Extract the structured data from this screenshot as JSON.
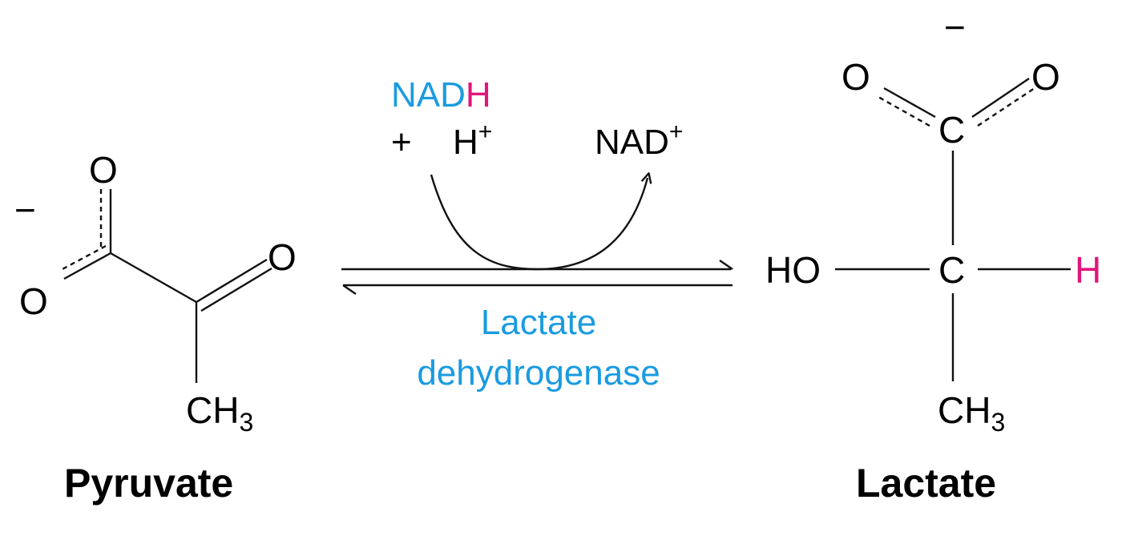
{
  "colors": {
    "text": "#111111",
    "accent_blue": "#1a9be0",
    "accent_magenta": "#e0157a"
  },
  "pyruvate": {
    "charge": "−",
    "oxygen_top": "O",
    "oxygen_left": "O",
    "oxygen_right": "O",
    "methyl": "CH",
    "methyl_sub": "3",
    "name": "Pyruvate"
  },
  "reaction": {
    "nadh_nad": "NAD",
    "nadh_h": "H",
    "plus": "+",
    "proton": "H",
    "proton_charge": "+",
    "product_cofactor": "NAD",
    "product_charge": "+",
    "enzyme_line1": "Lactate",
    "enzyme_line2": "dehydrogenase"
  },
  "lactate": {
    "charge": "−",
    "oxygen_left": "O",
    "oxygen_right": "O",
    "carboxyl_carbon": "C",
    "alpha_carbon": "C",
    "hydroxyl": "HO",
    "hydrogen": "H",
    "methyl": "CH",
    "methyl_sub": "3",
    "name": "Lactate"
  }
}
